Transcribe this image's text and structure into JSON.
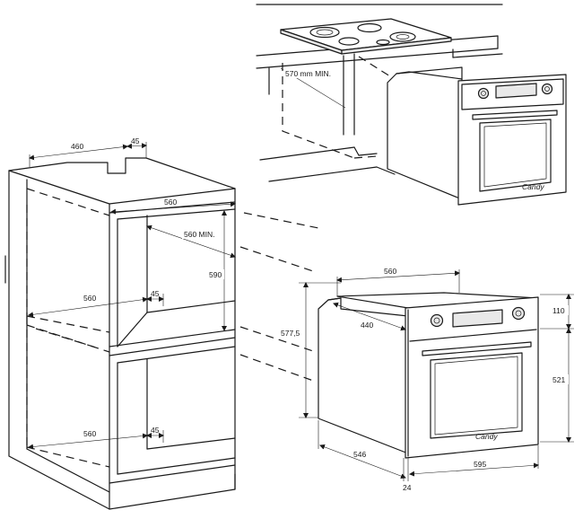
{
  "dimensions": {
    "cabinet_top_width": "460",
    "cabinet_top_depth": "45",
    "upper_opening_width": "560",
    "upper_opening_min_depth": "560 MIN.",
    "upper_opening_height": "590",
    "middle_shelf_width": "560",
    "middle_shelf_depth": "45",
    "bottom_shelf_width": "560",
    "bottom_shelf_depth": "45",
    "worktop_min_height": "570 mm MIN.",
    "oven_body_width": "560",
    "oven_body_depth": "440",
    "oven_height": "577,5",
    "oven_panel_height": "110",
    "oven_door_height": "521",
    "oven_total_depth": "546",
    "oven_front_width": "595",
    "door_thickness": "24"
  },
  "brand_small": "Candy",
  "brand_large": "Candy"
}
